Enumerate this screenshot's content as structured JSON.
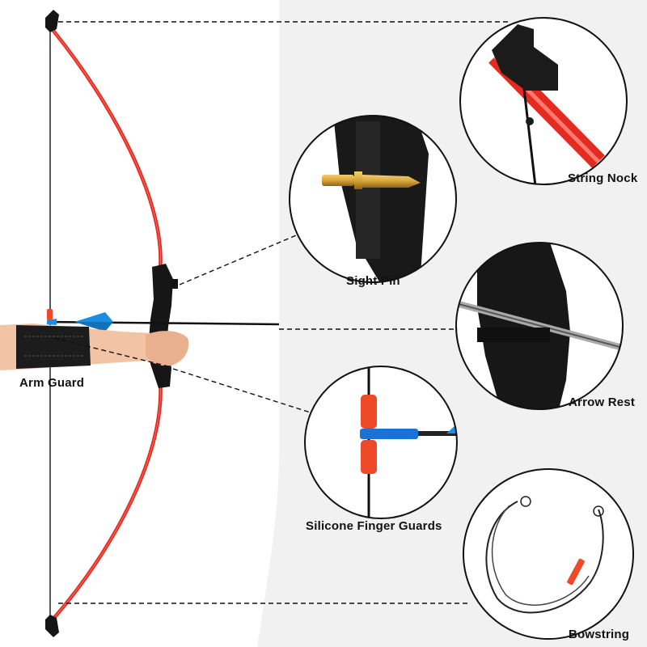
{
  "callouts": {
    "string_nock": "String Nock",
    "sight_pin": "Sight Pin",
    "arrow_rest": "Arrow Rest",
    "arm_guard": "Arm Guard",
    "finger_guards": "Silicone Finger Guards",
    "bowstring": "Bowstring"
  },
  "colors": {
    "limb": "#e52a1f",
    "riser": "#161616",
    "fletching": "#1a8fe0",
    "finger_guard": "#ee4a2a",
    "brass": "#d8a43a",
    "background_light": "#ffffff",
    "background_grey": "#f1f1f2"
  }
}
